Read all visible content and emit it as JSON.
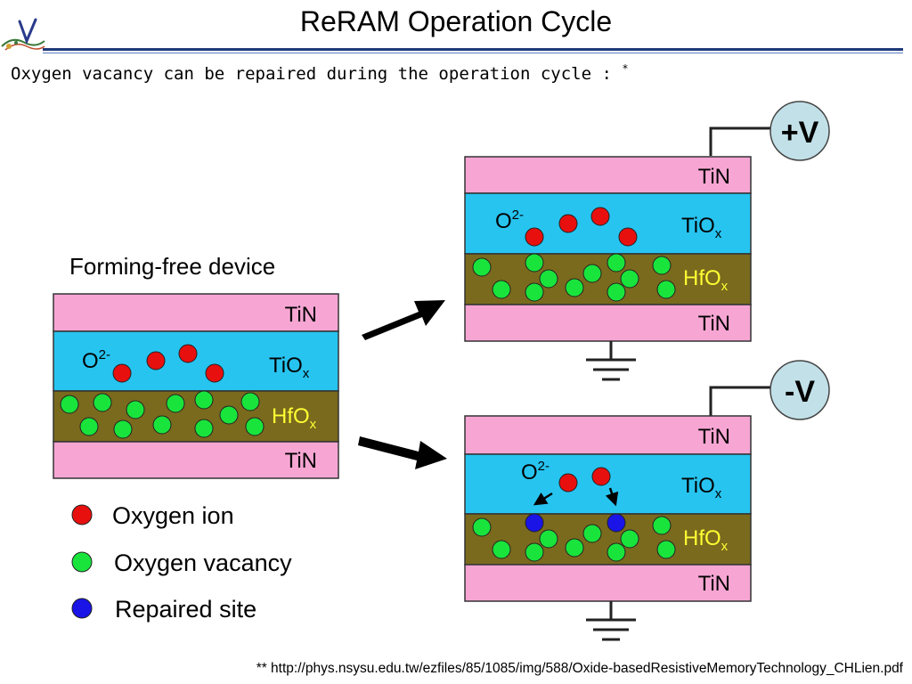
{
  "title": "ReRAM Operation Cycle",
  "subtitle": {
    "text": "Oxygen vacancy can be repaired during the operation cycle :",
    "marker": "*"
  },
  "footnote": "** http://phys.nsysu.edu.tw/ezfiles/85/1085/img/588/Oxide-basedResistiveMemoryTechnology_CHLien.pdf",
  "device_label": "Forming-free device",
  "layers": {
    "electrode": "TiN",
    "tiox_base": "TiO",
    "hfox_base": "HfO",
    "sub_x": "x"
  },
  "ion_label": {
    "base": "O",
    "sup": "2-"
  },
  "bias": {
    "positive": "+V",
    "negative": "-V"
  },
  "legend": [
    {
      "label": "Oxygen ion",
      "color": "#e8100e"
    },
    {
      "label": "Oxygen vacancy",
      "color": "#19e43c"
    },
    {
      "label": "Repaired site",
      "color": "#1a14e6"
    }
  ],
  "colors": {
    "tin": "#f7a6d4",
    "tiox": "#27c4f0",
    "hfox": "#7a6a1d",
    "hfox_text": "#ffff33",
    "ion": "#e8100e",
    "vacancy": "#19e43c",
    "repaired": "#1a14e6",
    "bias_circle": "#c2e0e8",
    "title_rule": "#1f3a7a"
  }
}
